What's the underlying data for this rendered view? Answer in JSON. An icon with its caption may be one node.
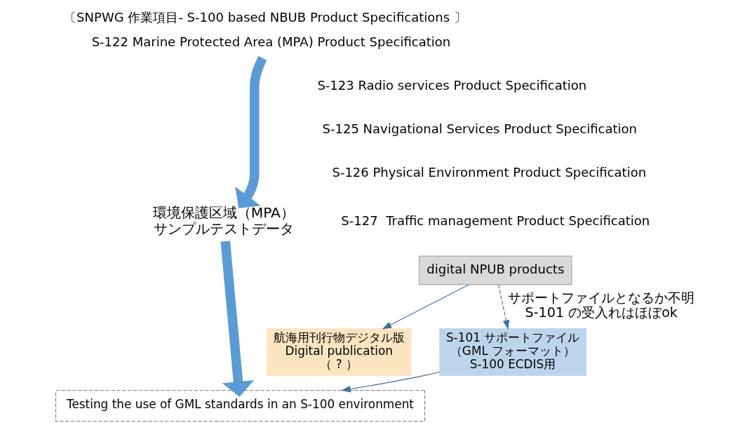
{
  "diagram": {
    "title": "〔SNPWG 作業項目- S-100 based NBUB Product Specifications 〕",
    "nodes": [
      {
        "text": [
          "S-122 Marine Protected Area (MPA) Product Specification"
        ]
      },
      {
        "text": [
          "digital NPUB products"
        ]
      },
      {
        "text": [
          "環境保護区域（MPA）",
          "サンプルテストデータ"
        ]
      },
      {
        "text": [
          "航海用刊行物デジタル版",
          "Digital publication",
          "（ ? ）"
        ]
      },
      {
        "text": [
          "S-101 サポートファイル",
          "（GML フォーマット）",
          "S-100 ECDIS用"
        ]
      },
      {
        "text": [
          "Testing the use of GML standards in an S-100 environment"
        ]
      }
    ],
    "edges": [
      {
        "from": 0,
        "to": 2,
        "arrow": "to",
        "style": "thick",
        "color": "#5b9bd5"
      },
      {
        "from": 1,
        "to": 3,
        "arrow": "to"
      },
      {
        "from": 1,
        "to": 4,
        "arrow": "to",
        "style": "dashed",
        "label": "サポートファイルとなるか不明 S-101 の受入れはほぼok"
      },
      {
        "from": 4,
        "to": 5,
        "arrow": "to"
      },
      {
        "from": 2,
        "to": 5,
        "arrow": "to",
        "style": "thick",
        "color": "#5b9bd5"
      }
    ],
    "labels": [
      "S-123 Radio services Product Specification",
      "S-125 Navigational Services Product Specification",
      "S-126 Physical Environment Product Specification",
      "S-127  Traffic management Product Specification"
    ]
  }
}
